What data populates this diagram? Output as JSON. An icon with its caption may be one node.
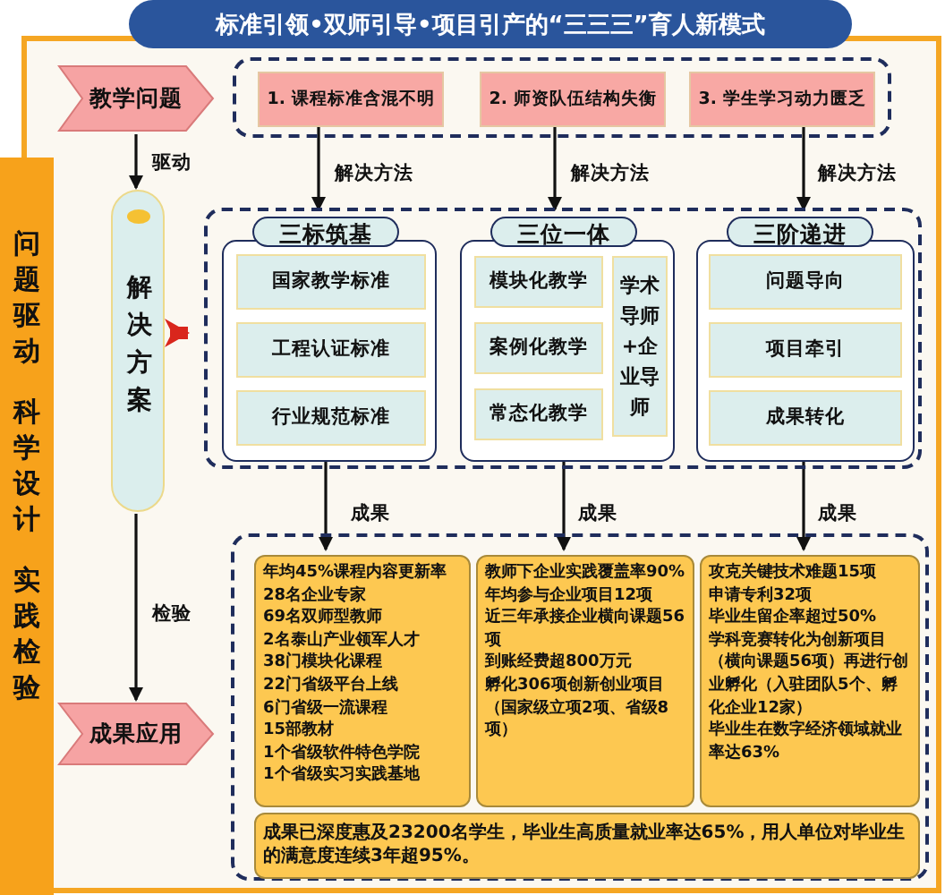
{
  "diagram": {
    "title": "标准引领•双师引导•项目引产的“三三三”育人新模式",
    "nodes": [
      {
        "text": [
          "教学问题"
        ]
      },
      {
        "text": [],
        "shape": "box"
      },
      {
        "text": [
          "1. 课程标准含混不明"
        ],
        "in": 1
      },
      {
        "text": [
          "2. 师资队伍结构失衡"
        ],
        "in": 1
      },
      {
        "text": [
          "3. 学生学习动力匮乏"
        ],
        "in": 1
      },
      {
        "text": [
          "解决方案"
        ]
      },
      {
        "text": [],
        "shape": "box"
      },
      {
        "text": [
          "三标筑基"
        ],
        "in": 6
      },
      {
        "text": [
          "国家教学标准"
        ],
        "in": 7
      },
      {
        "text": [
          "工程认证标准"
        ],
        "in": 7
      },
      {
        "text": [
          "行业规范标准"
        ],
        "in": 7
      },
      {
        "text": [
          "三位一体"
        ],
        "in": 6
      },
      {
        "text": [
          "模块化教学"
        ],
        "in": 11
      },
      {
        "text": [
          "案例化教学"
        ],
        "in": 11
      },
      {
        "text": [
          "常态化教学"
        ],
        "in": 11
      },
      {
        "text": [
          "学术导师+企业导师"
        ],
        "in": 11
      },
      {
        "text": [
          "三阶递进"
        ],
        "in": 6
      },
      {
        "text": [
          "问题导向"
        ],
        "in": 16
      },
      {
        "text": [
          "项目牵引"
        ],
        "in": 16
      },
      {
        "text": [
          "成果转化"
        ],
        "in": 16
      },
      {
        "text": [
          "成果应用"
        ]
      },
      {
        "text": [],
        "shape": "box"
      },
      {
        "text": [
          "年均45%课程内容更新率",
          "28名企业专家",
          "69名双师型教师",
          "2名泰山产业领军人才",
          "38门模块化课程",
          "22门省级平台上线",
          "6门省级一流课程",
          "15部教材",
          "1个省级软件特色学院",
          "1个省级实习实践基地"
        ],
        "in": 21
      },
      {
        "text": [
          "教师下企业实践覆盖率90%",
          "年均参与企业项目12项",
          "近三年承接企业横向课题56项",
          "到账经费超800万元",
          "孵化306项创新创业项目（国家级立项2项、省级8项）"
        ],
        "in": 21
      },
      {
        "text": [
          "攻克关键技术难题15项",
          "申请专利32项",
          "毕业生留企率超过50%",
          "学科竞赛转化为创新项目（横向课题56项）再进行创业孵化（入驻团队5个、孵化企业12家）",
          "毕业生在数字经济领域就业率达63%"
        ],
        "in": 21
      },
      {
        "text": [
          "成果已深度惠及23200名学生，毕业生高质量就业率达65%，用人单位对毕业生的满意度连续3年超95%。"
        ],
        "in": 21
      }
    ],
    "edges": [
      {
        "from": 0,
        "to": 5,
        "arrow": "to",
        "label": "驱动"
      },
      {
        "from": 2,
        "to": 7,
        "arrow": "to",
        "label": "解决方法"
      },
      {
        "from": 3,
        "to": 11,
        "arrow": "to",
        "label": "解决方法"
      },
      {
        "from": 4,
        "to": 16,
        "arrow": "to",
        "label": "解决方法"
      },
      {
        "from": 5,
        "to": 6,
        "arrow": "to",
        "style": "thick",
        "color": "#d9261c"
      },
      {
        "from": 5,
        "to": 20,
        "arrow": "to",
        "label": "检验"
      },
      {
        "from": 7,
        "to": 22,
        "arrow": "to",
        "label": "成果"
      },
      {
        "from": 11,
        "to": 23,
        "arrow": "to",
        "label": "成果"
      },
      {
        "from": 16,
        "to": 24,
        "arrow": "to",
        "label": "成果"
      }
    ],
    "labels": [
      "问题驱动",
      "科学设计",
      "实践检验"
    ]
  }
}
